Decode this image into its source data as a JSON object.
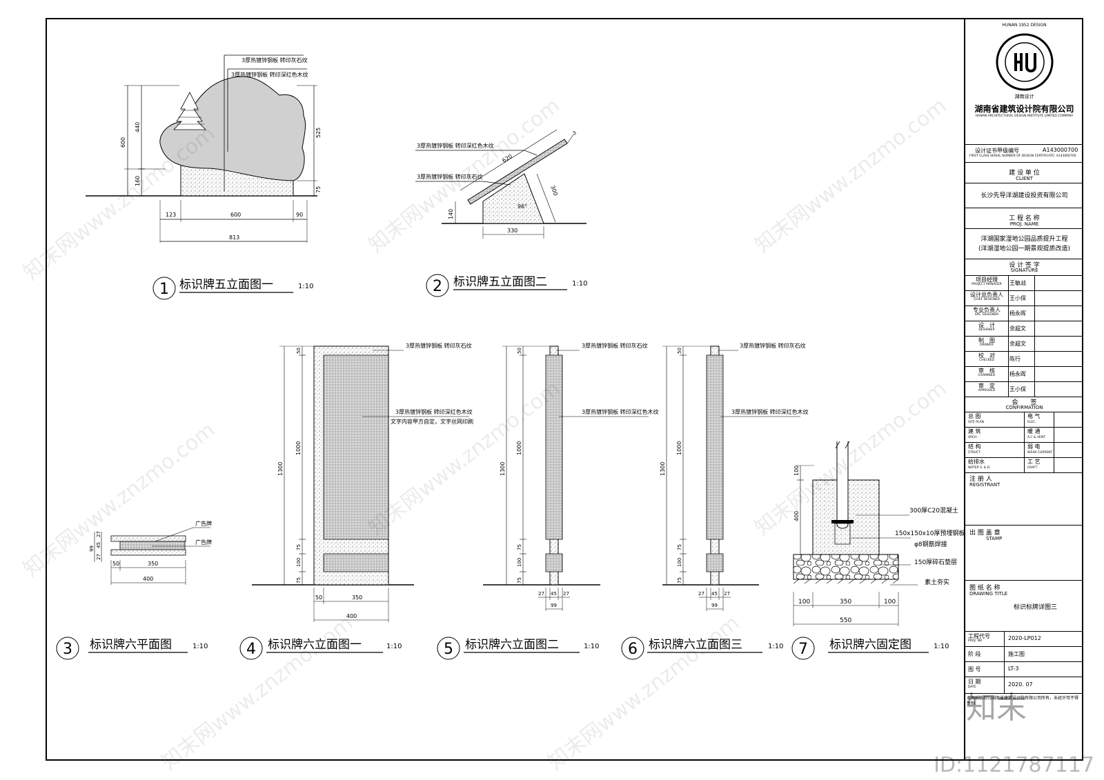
{
  "title_block": {
    "company_cn": "湖南省建筑设计院有限公司",
    "company_en": "HUNAN ARCHITECTURAL DESIGN INSTITUTE LIMITED COMPANY",
    "logo_ring_text": "HUNAN 1952 DESIGN",
    "logo_bottom": "湖南设计",
    "cert_label": "设计证书甲级编号",
    "cert_no": "A143000700",
    "cert_en": "FIRST CLASS SERIAL NUMBER OF DESIGN CERTIFICATE: A143000700",
    "client_label": "建 设 单 位",
    "client_en": "CLIENT",
    "client": "长沙先导洋湖建设投资有限公司",
    "proj_label": "工 程 名 称",
    "proj_en": "PROJ. NAME",
    "proj_line1": "洋湖国家湿地公园品质提升工程",
    "proj_line2": "(洋湖湿地公园一期景观提质改造)",
    "sig_label": "设 计 签 字",
    "sig_en": "SIGNATURE",
    "signatures": [
      {
        "role": "项目经理",
        "role_en": "PROJECT MANAGER",
        "name": "王敏战"
      },
      {
        "role": "设计总负责人",
        "role_en": "CHIEF DESIGNER",
        "name": "王小保"
      },
      {
        "role": "专业负责人",
        "role_en": "SPE. DESIGNER",
        "name": "杨永晖"
      },
      {
        "role": "设　计",
        "role_en": "DESIGNER",
        "name": "余超文"
      },
      {
        "role": "制　图",
        "role_en": "DRAWER",
        "name": "余超文"
      },
      {
        "role": "校　对",
        "role_en": "CHECKED",
        "name": "陈行"
      },
      {
        "role": "审　核",
        "role_en": "EXAMINED",
        "name": "杨永晖"
      },
      {
        "role": "审　定",
        "role_en": "APPROVED",
        "name": "王小保"
      }
    ],
    "conf_label": "会　　签",
    "conf_en": "CONFIRMATION",
    "confirmation": [
      {
        "a": "总 图",
        "a_en": "SITE PLAN",
        "b": "电 气",
        "b_en": "ELEC."
      },
      {
        "a": "建 筑",
        "a_en": "ARCH.",
        "b": "暖 通",
        "b_en": "A.C & VENT."
      },
      {
        "a": "结 构",
        "a_en": "STRUCT.",
        "b": "弱 电",
        "b_en": "WEAK CURRENT"
      },
      {
        "a": "给排水",
        "a_en": "WATER S. & D.",
        "b": "工 艺",
        "b_en": "CRAFT"
      }
    ],
    "registrant": "注 册 人",
    "registrant_en": "REGISTRANT",
    "stamp": "出 图 盖 章",
    "stamp_en": "STAMP",
    "drawing_title_label": "图 纸 名 称",
    "drawing_title_en": "DRAWING TITLE",
    "drawing_title": "标识标牌详图三",
    "proj_no_label": "工程代号",
    "proj_no_en": "PROJ. NO",
    "proj_no": "2020-LP012",
    "stage_label": "阶 段",
    "stage": "施工图",
    "sheet_label": "图 号",
    "sheet": "LT-3",
    "date_label": "日 期",
    "date_en": "DATE",
    "date": "2020. 07",
    "footer": "本图纸版权归湖南省建筑设计院有限公司所有，未经许可不得复制"
  },
  "views": [
    {
      "num": "1",
      "title": "标识牌五立面图一",
      "scale": "1:10"
    },
    {
      "num": "2",
      "title": "标识牌五立面图二",
      "scale": "1:10"
    },
    {
      "num": "3",
      "title": "标识牌六平面图",
      "scale": "1:10"
    },
    {
      "num": "4",
      "title": "标识牌六立面图一",
      "scale": "1:10"
    },
    {
      "num": "5",
      "title": "标识牌六立面图二",
      "scale": "1:10"
    },
    {
      "num": "6",
      "title": "标识牌六立面图三",
      "scale": "1:10"
    },
    {
      "num": "7",
      "title": "标识牌六固定图",
      "scale": "1:10"
    }
  ],
  "notes": {
    "grey_stone": "3厚热镀锌钢板 转印灰石纹",
    "red_wood": "3厚热镀锌钢板 转印深红色木纹",
    "text_note": "文字内容甲方自定，文字丝网印刷",
    "sign_board": "广告牌",
    "concrete": "300厚C20混凝土",
    "embed_plate": "150x150x10厚预埋钢板",
    "rebar": "φ8钢筋焊接",
    "gravel": "150厚碎石垫层",
    "soil": "素土夯实"
  },
  "dims": {
    "v1": {
      "h600": "600",
      "h440": "440",
      "h160": "160",
      "h525": "525",
      "h75": "75",
      "w123": "123",
      "w600": "600",
      "w90": "90",
      "w813": "813"
    },
    "v2": {
      "l620": "620",
      "h140": "140",
      "h300": "300",
      "w330": "330",
      "ang": "96°",
      "th": "3"
    },
    "v3": {
      "d27a": "27",
      "d45": "45",
      "d27b": "27",
      "d99": "99",
      "w50": "50",
      "w350": "350",
      "w400": "400"
    },
    "v4": {
      "h1300": "1300",
      "h50": "50",
      "h1000": "1000",
      "h75a": "75",
      "h100": "100",
      "h75b": "75",
      "w50": "50",
      "w350": "350",
      "w400": "400"
    },
    "v5": {
      "h1300": "1300",
      "h50": "50",
      "h1000": "1000",
      "h75a": "75",
      "h100": "100",
      "h75b": "75",
      "w27a": "27",
      "w45": "45",
      "w27b": "27",
      "w99": "99"
    },
    "v7": {
      "h100": "100",
      "h400": "400",
      "w100a": "100",
      "w350": "350",
      "w100b": "100",
      "w550": "550"
    }
  },
  "watermark": "知末网www.znzmo.com",
  "watermark_logo": "知末",
  "id_mark": "ID:1121787117"
}
